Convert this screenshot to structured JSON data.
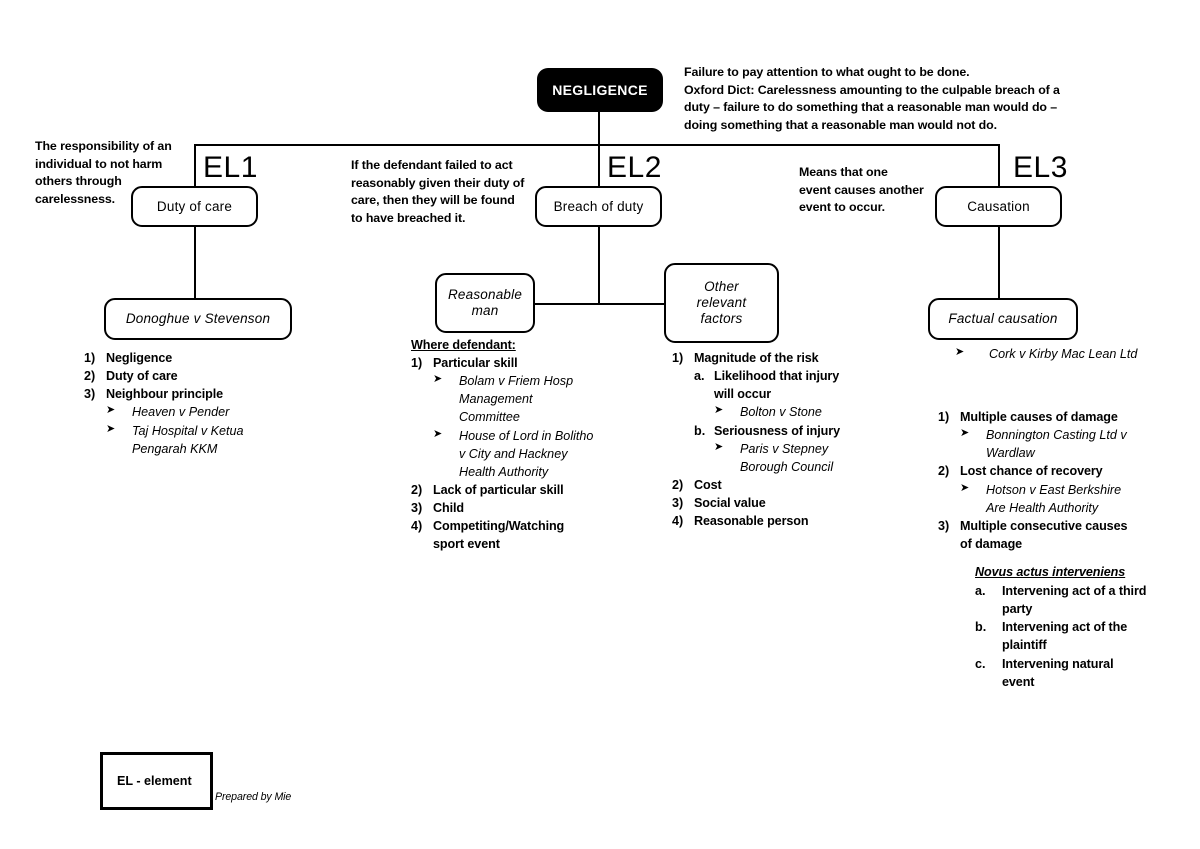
{
  "diagram": {
    "title": "Negligence mind map",
    "root": {
      "label": "NEGLIGENCE"
    },
    "definition": {
      "lines": [
        "Failure to pay attention to what ought to be done.",
        "Oxford Dict: Carelessness amounting to the culpable breach of a",
        "duty – failure to do something that a reasonable man would do –",
        "doing something that a reasonable man would not do."
      ]
    },
    "elements": [
      {
        "tag": "EL1",
        "box": "Duty of care",
        "note": [
          "The responsibility of an",
          "individual to not harm",
          "others through",
          "carelessness."
        ]
      },
      {
        "tag": "EL2",
        "box": "Breach of duty",
        "note": [
          "If the defendant failed to act",
          "reasonably given their duty of",
          "care, then they will be found",
          "to have breached it."
        ]
      },
      {
        "tag": "EL3",
        "box": "Causation",
        "note": [
          "Means that one",
          "event causes another",
          "event to occur."
        ]
      }
    ],
    "case_boxes": {
      "donoghue": "Donoghue v Stevenson",
      "reasonable_man": [
        "Reasonable",
        "man"
      ],
      "other_relevant_factors": [
        "Other",
        "relevant",
        "factors"
      ],
      "factual_causation": "Factual causation"
    },
    "lists": {
      "duty_of_care": [
        {
          "marker": "1)",
          "text": "Negligence",
          "style": "bold"
        },
        {
          "marker": "2)",
          "text": "Duty of care",
          "style": "bold"
        },
        {
          "marker": "3)",
          "text": "Neighbour principle",
          "style": "bold"
        },
        {
          "marker": "➤",
          "text": "Heaven v Pender",
          "style": "ital",
          "level": "arrow"
        },
        {
          "marker": "➤",
          "text": "Taj Hospital v Ketua",
          "style": "ital",
          "level": "arrow"
        },
        {
          "marker": "",
          "text": "Pengarah KKM",
          "style": "ital",
          "level": "arrow"
        }
      ],
      "where_defendant_heading": "Where defendant:",
      "where_defendant": [
        {
          "marker": "1)",
          "text": "Particular skill",
          "style": "bold"
        },
        {
          "marker": "➤",
          "text": "Bolam v Friem Hosp",
          "style": "ital",
          "level": "arrow"
        },
        {
          "marker": "",
          "text": "Management",
          "style": "ital",
          "level": "arrow"
        },
        {
          "marker": "",
          "text": "Committee",
          "style": "ital",
          "level": "arrow"
        },
        {
          "marker": "➤",
          "text": "House of Lord in Bolitho",
          "style": "ital",
          "level": "arrow"
        },
        {
          "marker": "",
          "text": "v City and Hackney",
          "style": "ital",
          "level": "arrow"
        },
        {
          "marker": "",
          "text": "Health Authority",
          "style": "ital",
          "level": "arrow"
        },
        {
          "marker": "2)",
          "text": "Lack of particular skill",
          "style": "bold"
        },
        {
          "marker": "3)",
          "text": "Child",
          "style": "bold"
        },
        {
          "marker": "4)",
          "text": "Competiting/Watching",
          "style": "bold"
        },
        {
          "marker": "",
          "text": "sport event",
          "style": "bold"
        }
      ],
      "other_factors": [
        {
          "marker": "1)",
          "text": "Magnitude of the risk",
          "style": "bold"
        },
        {
          "marker": "a.",
          "text": "Likelihood that injury",
          "style": "bold",
          "level": "alpha"
        },
        {
          "marker": "",
          "text": "will occur",
          "style": "bold",
          "level": "alpha"
        },
        {
          "marker": "➤",
          "text": "Bolton v Stone",
          "style": "ital",
          "level": "arrow2"
        },
        {
          "marker": "b.",
          "text": "Seriousness of injury",
          "style": "bold",
          "level": "alpha"
        },
        {
          "marker": "➤",
          "text": "Paris v Stepney",
          "style": "ital",
          "level": "arrow2"
        },
        {
          "marker": "",
          "text": "Borough Council",
          "style": "ital",
          "level": "arrow2"
        },
        {
          "marker": "2)",
          "text": "Cost",
          "style": "bold"
        },
        {
          "marker": "3)",
          "text": "Social value",
          "style": "bold"
        },
        {
          "marker": "4)",
          "text": "Reasonable person",
          "style": "bold"
        }
      ],
      "factual_causation_case": [
        {
          "marker": "➤",
          "text": "Cork v Kirby Mac Lean Ltd",
          "style": "ital",
          "level": "arrow"
        }
      ],
      "causation": [
        {
          "marker": "1)",
          "text": "Multiple causes of damage",
          "style": "bold"
        },
        {
          "marker": "➤",
          "text": "Bonnington Casting Ltd v",
          "style": "ital",
          "level": "arrow"
        },
        {
          "marker": "",
          "text": "Wardlaw",
          "style": "ital",
          "level": "arrow"
        },
        {
          "marker": "2)",
          "text": "Lost chance of recovery",
          "style": "bold"
        },
        {
          "marker": "➤",
          "text": "Hotson v East Berkshire",
          "style": "ital",
          "level": "arrow"
        },
        {
          "marker": "",
          "text": "Are Health Authority",
          "style": "ital",
          "level": "arrow"
        },
        {
          "marker": "3)",
          "text": "Multiple consecutive causes",
          "style": "bold"
        },
        {
          "marker": "",
          "text": "of damage",
          "style": "bold"
        }
      ],
      "novus_heading": "Novus actus interveniens",
      "novus": [
        {
          "marker": "a.",
          "text": "Intervening act of a third",
          "style": "bold",
          "level": "alpha"
        },
        {
          "marker": "",
          "text": "party",
          "style": "bold",
          "level": "alpha"
        },
        {
          "marker": "b.",
          "text": "Intervening act of the",
          "style": "bold",
          "level": "alpha"
        },
        {
          "marker": "",
          "text": "plaintiff",
          "style": "bold",
          "level": "alpha"
        },
        {
          "marker": "c.",
          "text": "Intervening natural",
          "style": "bold",
          "level": "alpha"
        },
        {
          "marker": "",
          "text": "event",
          "style": "bold",
          "level": "alpha"
        }
      ]
    },
    "legend": {
      "key_label": "EL - element",
      "credit": "Prepared by Mie"
    },
    "colors": {
      "root_fill": "#000000",
      "root_text": "#ffffff",
      "stroke": "#000000",
      "background": "#ffffff"
    }
  }
}
